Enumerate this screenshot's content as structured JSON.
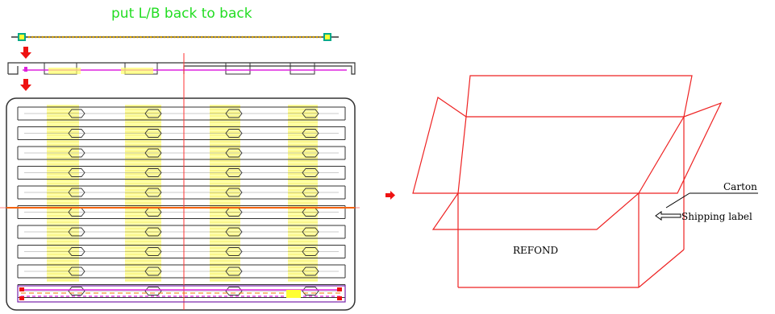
{
  "diagram": {
    "instruction": "put L/B back to back",
    "callouts": {
      "carton": "Carton",
      "shipping_label": "Shipping label"
    },
    "box_text": "REFOND",
    "colors": {
      "title": "#22dd22",
      "arrow": "#ee1111",
      "carton_lines": "#ee2222",
      "tray_outline": "#333333",
      "pocket_fill": "#ffff66",
      "bar_dots": "#d4a000",
      "bar_end": "#00aa88",
      "center_line": "#ff3333",
      "highlight_row": "#ee7700",
      "magenta_line": "#dd22dd"
    },
    "icons": [
      "down-arrow-icon",
      "right-arrow-icon",
      "hollow-left-arrow-icon"
    ]
  }
}
